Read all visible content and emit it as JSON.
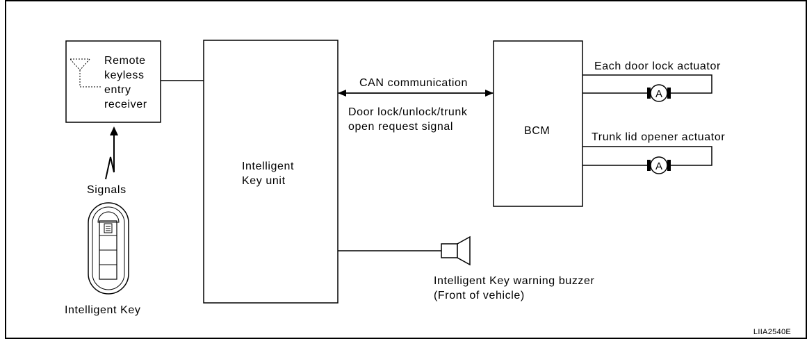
{
  "receiver": {
    "lines": [
      "Remote",
      "keyless",
      "entry",
      "receiver"
    ]
  },
  "signals_label": "Signals",
  "intelligent_key_label": "Intelligent Key",
  "ikey_unit": {
    "lines": [
      "Intelligent",
      "Key unit"
    ]
  },
  "can_label": "CAN communication",
  "request_signal": {
    "lines": [
      "Door lock/unlock/trunk",
      "open request signal"
    ]
  },
  "bcm_label": "BCM",
  "door_actuator_label": "Each door lock actuator",
  "trunk_actuator_label": "Trunk lid opener actuator",
  "motor_symbol": "A",
  "buzzer": {
    "lines": [
      "Intelligent Key warning buzzer",
      "(Front of vehicle)"
    ]
  },
  "figure_code": "LIIA2540E"
}
